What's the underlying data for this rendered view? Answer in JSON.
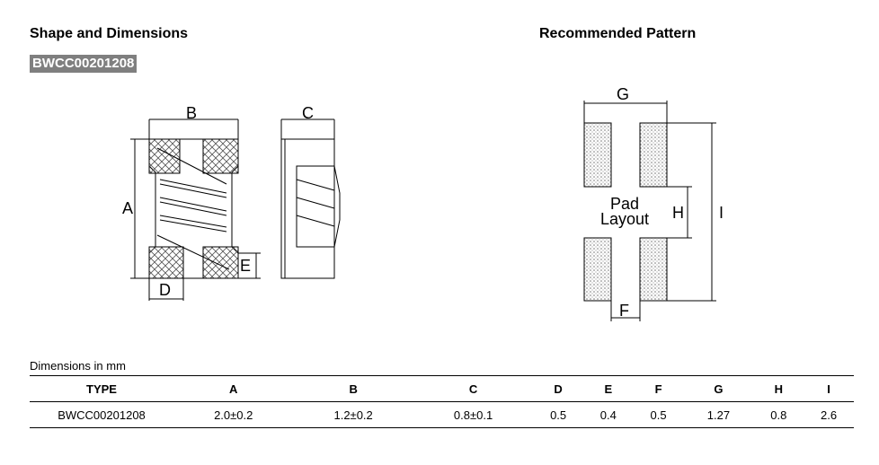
{
  "left_title": "Shape and Dimensions",
  "part_number": "BWCC00201208",
  "right_title": "Recommended Pattern",
  "drawing_labels": {
    "A": "A",
    "B": "B",
    "C": "C",
    "D": "D",
    "E": "E"
  },
  "pattern_labels": {
    "G": "G",
    "H": "H",
    "I": "I",
    "F": "F",
    "pad1": "Pad",
    "pad2": "Layout"
  },
  "table": {
    "caption": "Dimensions in mm",
    "headers": [
      "TYPE",
      "A",
      "B",
      "C",
      "D",
      "E",
      "F",
      "G",
      "H",
      "I"
    ],
    "rows": [
      [
        "BWCC00201208",
        "2.0±0.2",
        "1.2±0.2",
        "0.8±0.1",
        "0.5",
        "0.4",
        "0.5",
        "1.27",
        "0.8",
        "2.6"
      ]
    ]
  }
}
